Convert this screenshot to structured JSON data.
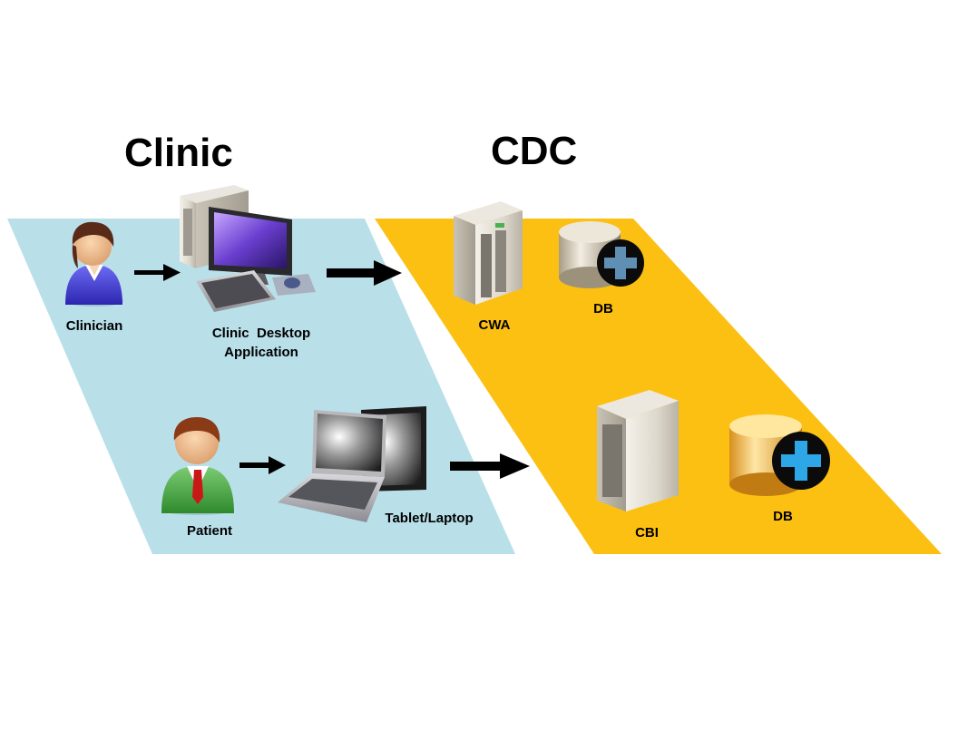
{
  "zones": {
    "clinic": {
      "title": "Clinic",
      "color": "#b9dfe9"
    },
    "cdc": {
      "title": "CDC",
      "color": "#fcc012"
    }
  },
  "nodes": {
    "clinician": {
      "label": "Clinician",
      "icon": "clinician-person-icon"
    },
    "clinic_desktop": {
      "label_line1": "Clinic  Desktop",
      "label_line2": "Application",
      "icon": "desktop-computer-icon"
    },
    "patient": {
      "label": "Patient",
      "icon": "patient-person-icon"
    },
    "tablet_laptop": {
      "label": "Tablet/Laptop",
      "icon": "laptop-tablet-icon"
    },
    "cwa": {
      "label": "CWA",
      "icon": "server-icon"
    },
    "db_top": {
      "label": "DB",
      "icon": "database-plus-icon"
    },
    "cbi": {
      "label": "CBI",
      "icon": "server-icon"
    },
    "db_bottom": {
      "label": "DB",
      "icon": "database-plus-icon"
    }
  },
  "edges": [
    {
      "from": "clinician",
      "to": "clinic_desktop"
    },
    {
      "from": "clinic_desktop",
      "to": "cwa"
    },
    {
      "from": "patient",
      "to": "tablet_laptop"
    },
    {
      "from": "tablet_laptop",
      "to": "cbi"
    }
  ]
}
